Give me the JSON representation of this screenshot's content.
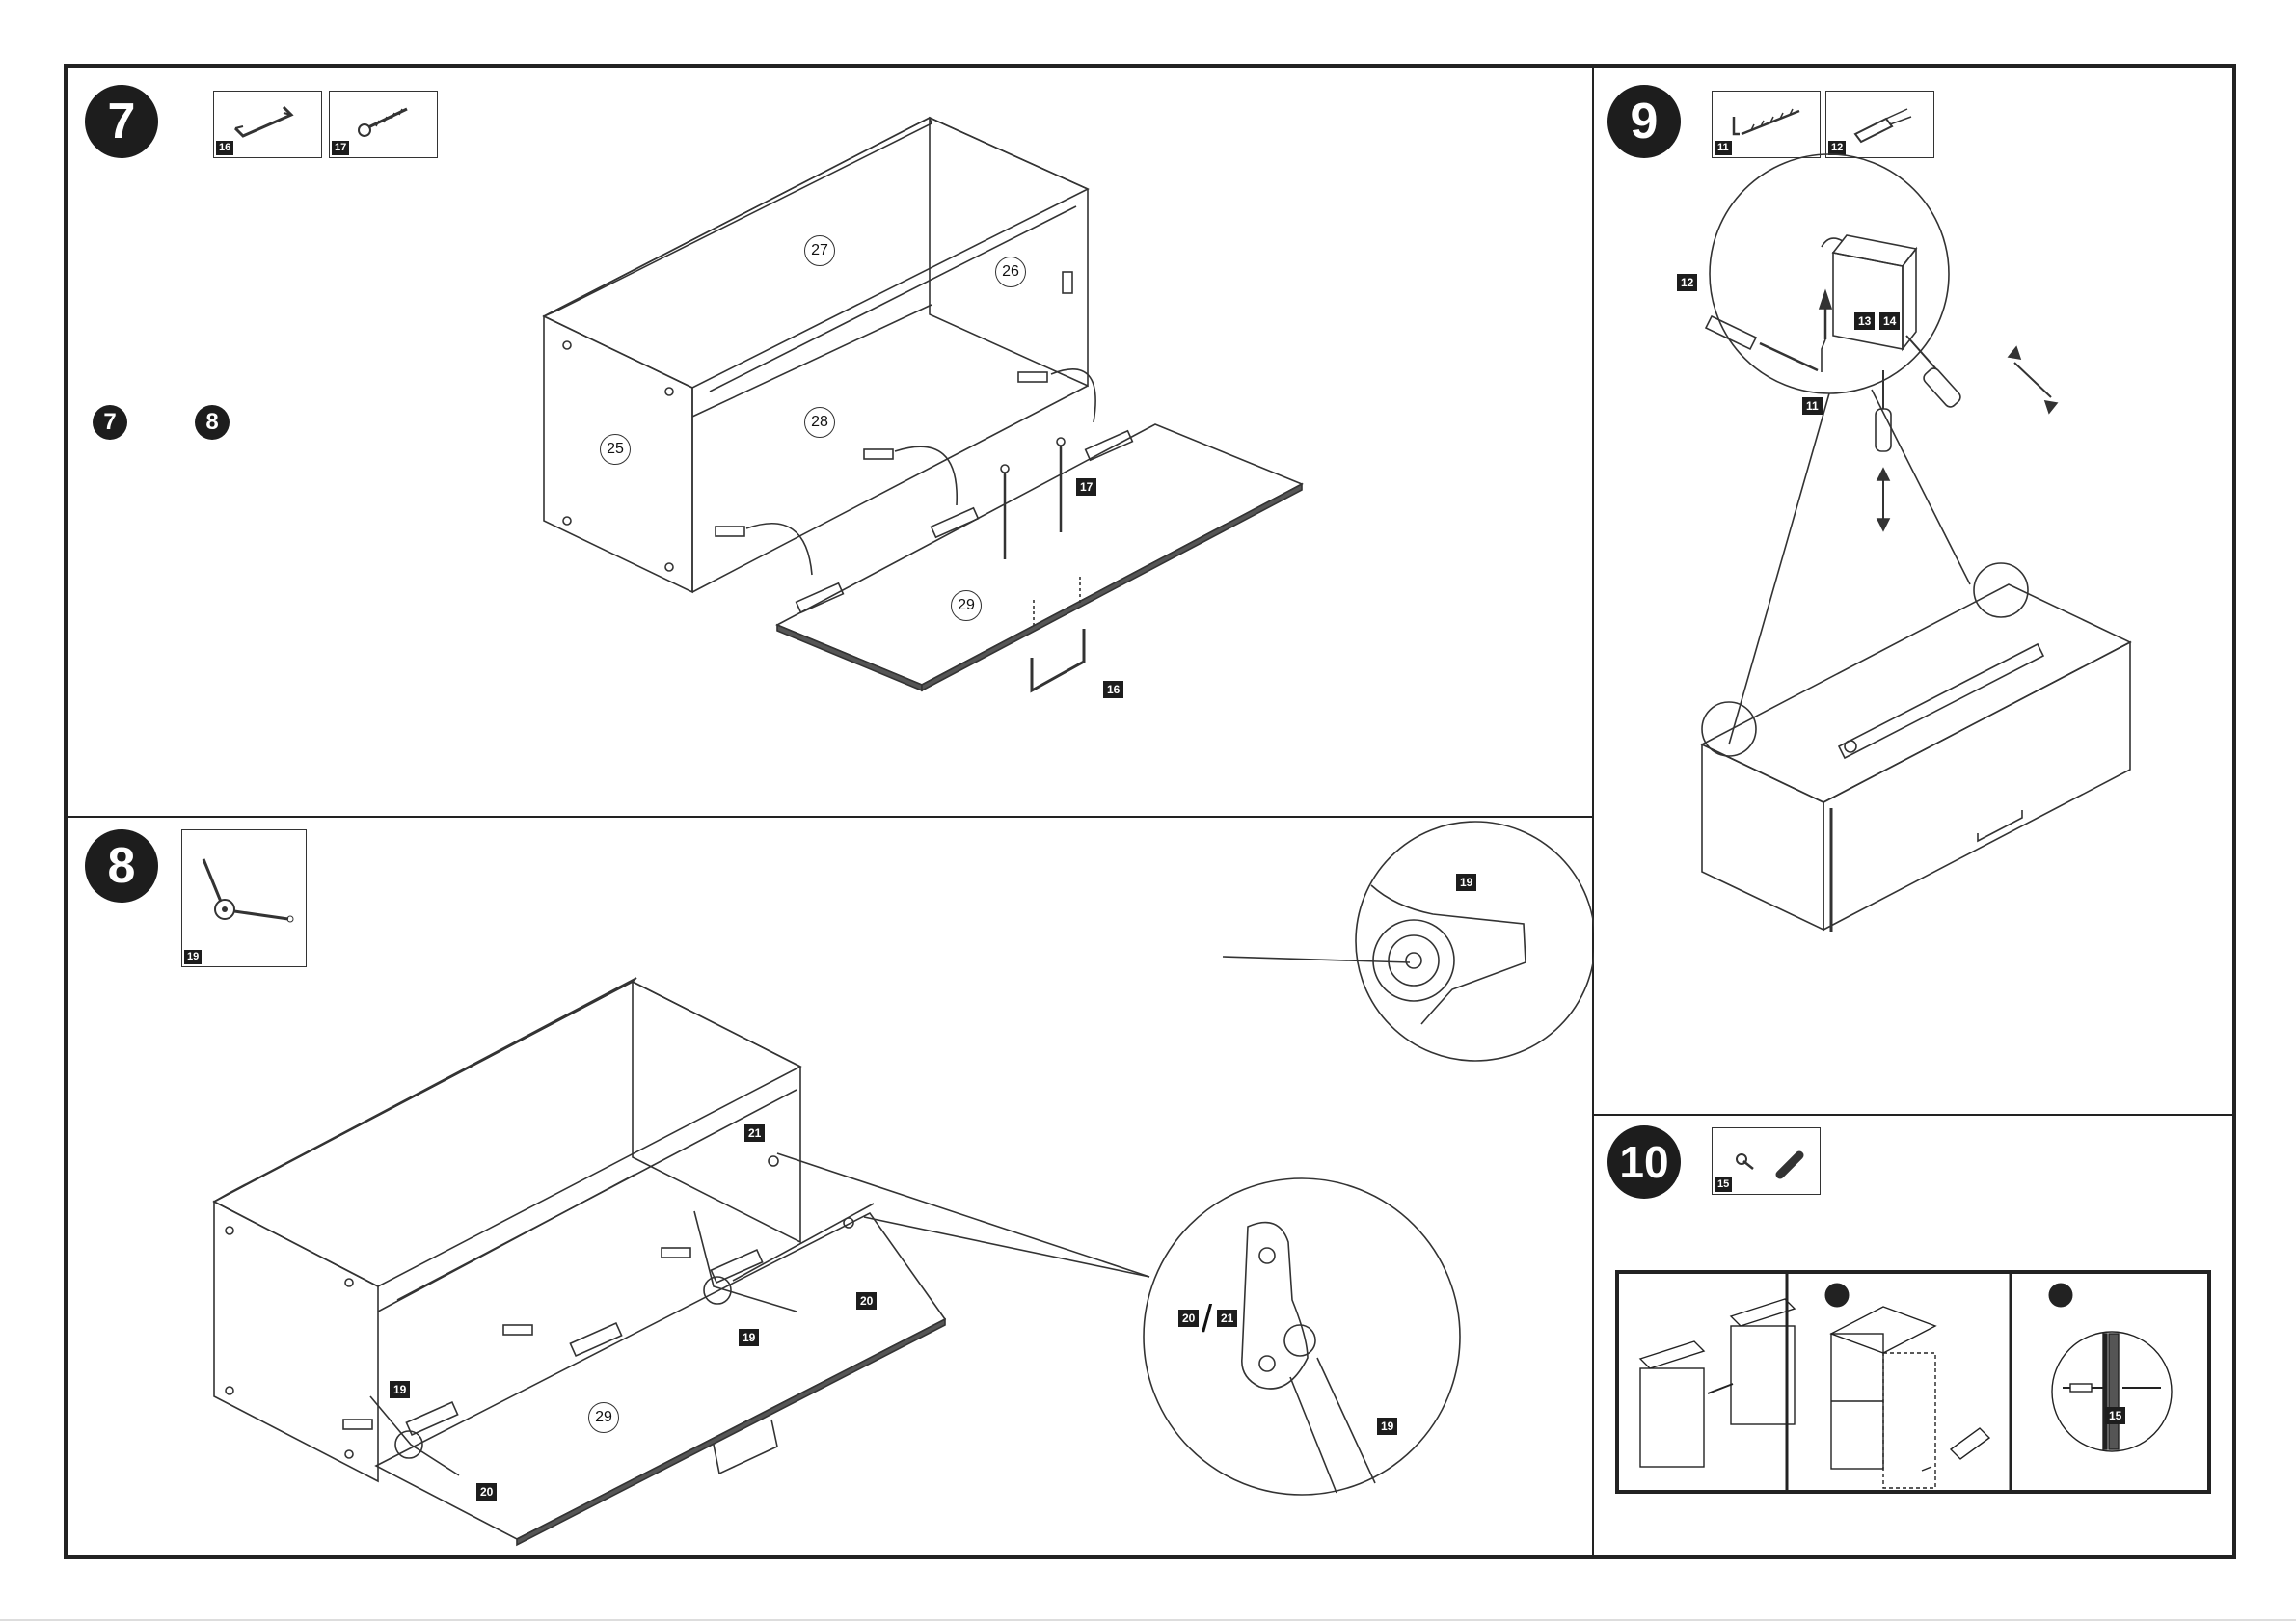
{
  "steps": {
    "s7": {
      "number": "7",
      "parts": [
        "16",
        "17"
      ],
      "sub_badges": [
        "7",
        "8"
      ],
      "labels": [
        "27",
        "26",
        "28",
        "25",
        "29"
      ],
      "tags": [
        "17",
        "16"
      ]
    },
    "s8": {
      "number": "8",
      "parts": [
        "19"
      ],
      "labels": [
        "29"
      ],
      "tags": [
        "21",
        "19",
        "20",
        "19",
        "20",
        "19",
        "19"
      ],
      "slash_tags": [
        "20",
        "21"
      ]
    },
    "s9": {
      "number": "9",
      "parts": [
        "11",
        "12"
      ],
      "tags": [
        "12",
        "13",
        "14",
        "11"
      ]
    },
    "s10": {
      "number": "10",
      "parts": [
        "15"
      ],
      "tags": [
        "15"
      ]
    }
  },
  "colors": {
    "ink": "#1d1d1d",
    "line": "#333333",
    "paper": "#ffffff"
  }
}
